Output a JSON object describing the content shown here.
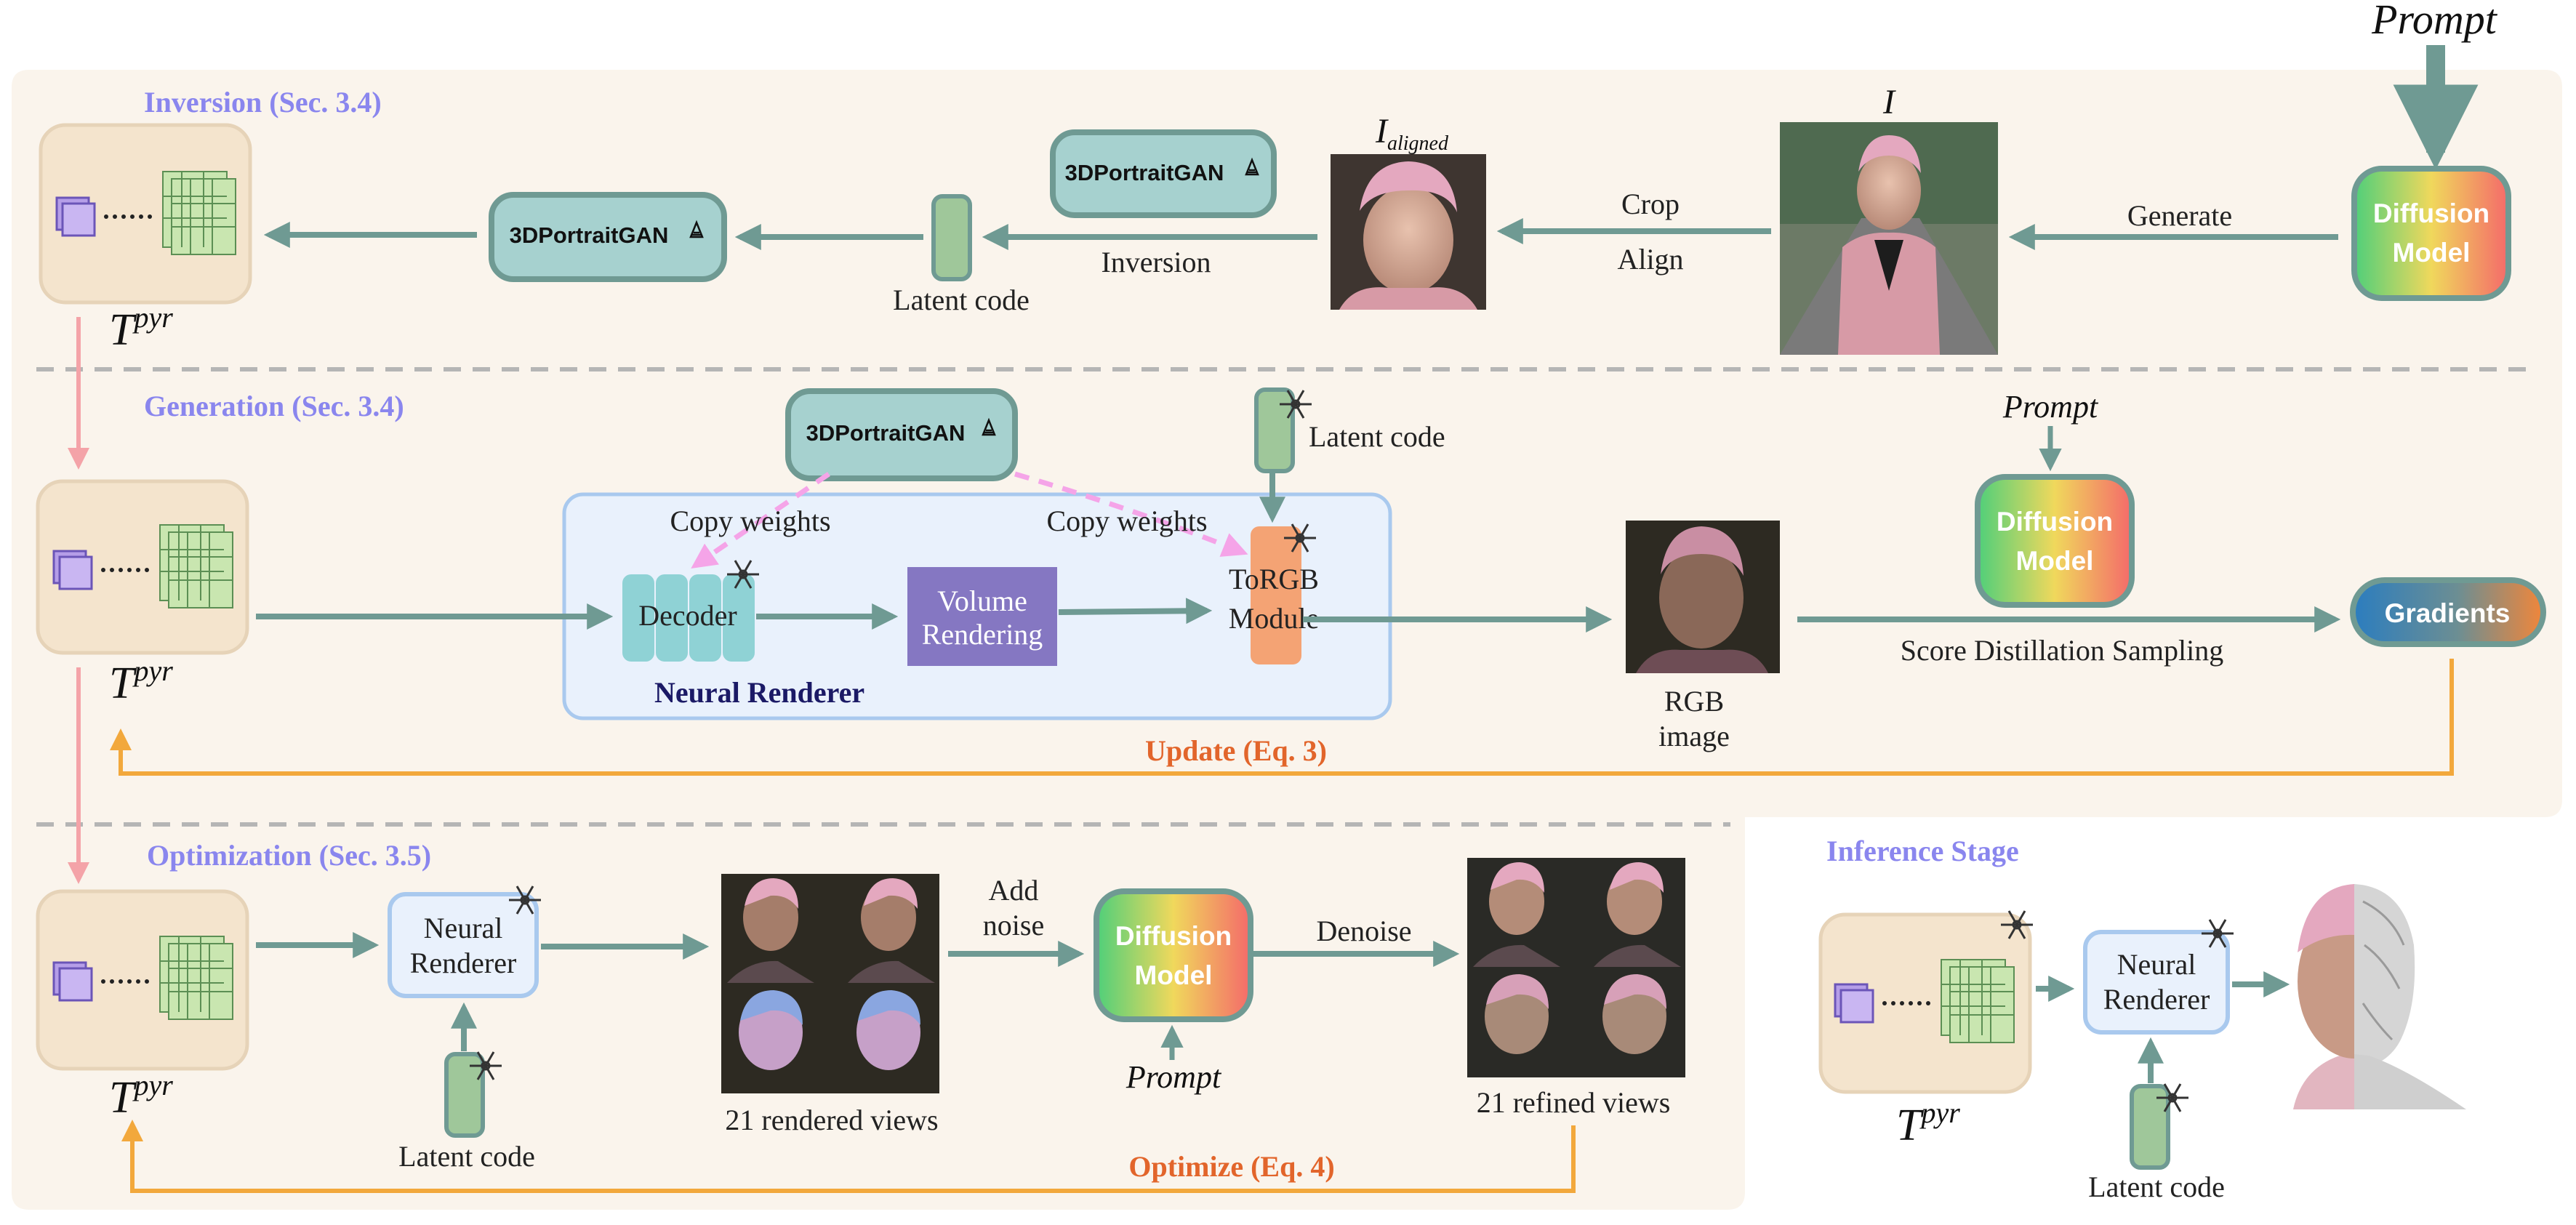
{
  "sections": {
    "inversion": "Inversion (Sec. 3.4)",
    "generation": "Generation (Sec. 3.4)",
    "optimization": "Optimization (Sec. 3.5)",
    "inference": "Inference Stage"
  },
  "prompt": "Prompt",
  "diffusion": {
    "line1": "Diffusion",
    "line2": "Model"
  },
  "gan": "3DPortraitGAN",
  "inversion_row": {
    "generate": "Generate",
    "image_symbol": "I",
    "aligned_symbol": "I",
    "aligned_sub": "aligned",
    "crop": "Crop",
    "align": "Align",
    "inversion": "Inversion",
    "latent_code": "Latent code"
  },
  "tpyr": {
    "base": "T",
    "sup": "pyr"
  },
  "generation_row": {
    "latent_code": "Latent code",
    "copy_weights_1": "Copy weights",
    "copy_weights_2": "Copy weights",
    "decoder": "Decoder",
    "volume_rendering_1": "Volume",
    "volume_rendering_2": "Rendering",
    "torgb_1": "ToRGB",
    "torgb_2": "Module",
    "neural_renderer": "Neural Renderer",
    "rgb_1": "RGB",
    "rgb_2": "image",
    "sds": "Score Distillation Sampling",
    "gradients": "Gradients",
    "update": "Update  (Eq. 3)"
  },
  "optimization_row": {
    "neural_1": "Neural",
    "neural_2": "Renderer",
    "latent_code": "Latent code",
    "rendered_views": "21 rendered views",
    "add_noise_1": "Add",
    "add_noise_2": "noise",
    "denoise": "Denoise",
    "refined_views": "21 refined views",
    "optimize": "Optimize (Eq. 4)"
  },
  "inference_row": {
    "neural_1": "Neural",
    "neural_2": "Renderer",
    "latent_code": "Latent code"
  },
  "colors": {
    "background_panel": "#faf4ec",
    "arrow": "#6f9a93",
    "gan_box": "#a6d1cf",
    "latent_bar": "#9fc79a",
    "section_title": "#8a86ee",
    "orange_arrow": "#f2a83c",
    "pink_arrow": "#f4a3a8",
    "volume_rendering": "#8577c2",
    "torgb": "#f4a374",
    "decoder": "#8fd2d5",
    "neural_renderer_panel": "#e9f1fc"
  }
}
